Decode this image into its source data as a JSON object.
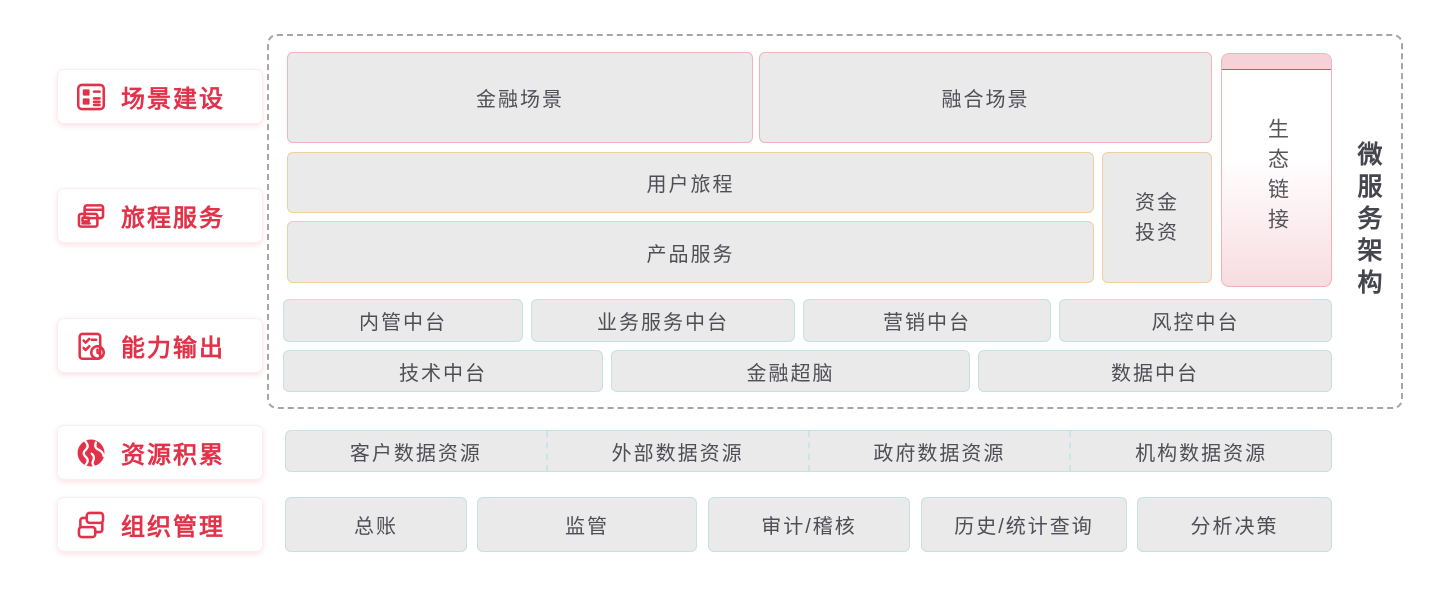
{
  "colors": {
    "accent_red": "#e23249",
    "pink_tab": "#f1a3ad",
    "box_fill": "#eaeaea",
    "pink_border": "#f2b3b9",
    "orange_border": "#f2cfa0",
    "teal_border": "#c3e2e2",
    "text_dark": "#4e4e55",
    "dashed_frame": "#a6a6a6",
    "eco_cap": "#f6d2d8",
    "eco_line": "#d4545e"
  },
  "sidebar": {
    "items": [
      {
        "label": "场景建设",
        "icon": "dashboard-layout-icon"
      },
      {
        "label": "旅程服务",
        "icon": "cards-icon"
      },
      {
        "label": "能力输出",
        "icon": "checklist-clock-icon"
      },
      {
        "label": "资源积累",
        "icon": "globe-icon"
      },
      {
        "label": "组织管理",
        "icon": "org-flow-icon"
      }
    ]
  },
  "arch": {
    "title": "微服务架构",
    "scenes": [
      "金融场景",
      "融合场景"
    ],
    "journey": "用户旅程",
    "product": "产品服务",
    "investment": "资金\n投资",
    "eco": "生态链接",
    "mid1": [
      "内管中台",
      "业务服务中台",
      "营销中台",
      "风控中台"
    ],
    "mid2": [
      "技术中台",
      "金融超脑",
      "数据中台"
    ]
  },
  "resources": {
    "segments": [
      "客户数据资源",
      "外部数据资源",
      "政府数据资源",
      "机构数据资源"
    ]
  },
  "management": {
    "items": [
      "总账",
      "监管",
      "审计/稽核",
      "历史/统计查询",
      "分析决策"
    ]
  }
}
